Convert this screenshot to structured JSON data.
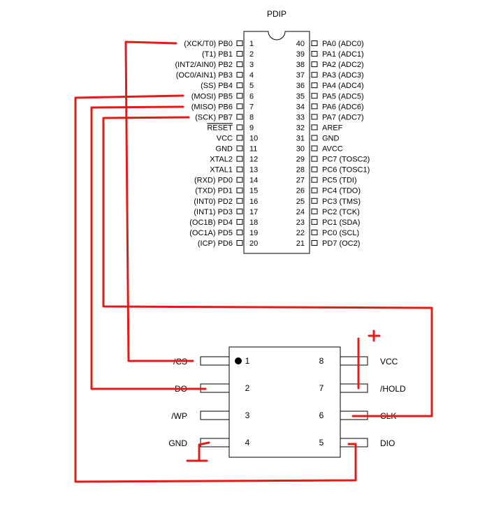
{
  "mcu": {
    "package": "PDIP",
    "left_pins": [
      {
        "num": "1",
        "name": "PB0",
        "func": "(XCK/T0)"
      },
      {
        "num": "2",
        "name": "PB1",
        "func": "(T1)"
      },
      {
        "num": "3",
        "name": "PB2",
        "func": "(INT2/AIN0)"
      },
      {
        "num": "4",
        "name": "PB3",
        "func": "(OC0/AIN1)"
      },
      {
        "num": "5",
        "name": "PB4",
        "func": "(SS)"
      },
      {
        "num": "6",
        "name": "PB5",
        "func": "(MOSI)"
      },
      {
        "num": "7",
        "name": "PB6",
        "func": "(MISO)"
      },
      {
        "num": "8",
        "name": "PB7",
        "func": "(SCK)"
      },
      {
        "num": "9",
        "name": "RESET",
        "func": ""
      },
      {
        "num": "10",
        "name": "VCC",
        "func": ""
      },
      {
        "num": "11",
        "name": "GND",
        "func": ""
      },
      {
        "num": "12",
        "name": "XTAL2",
        "func": ""
      },
      {
        "num": "13",
        "name": "XTAL1",
        "func": ""
      },
      {
        "num": "14",
        "name": "PD0",
        "func": "(RXD)"
      },
      {
        "num": "15",
        "name": "PD1",
        "func": "(TXD)"
      },
      {
        "num": "16",
        "name": "PD2",
        "func": "(INT0)"
      },
      {
        "num": "17",
        "name": "PD3",
        "func": "(INT1)"
      },
      {
        "num": "18",
        "name": "PD4",
        "func": "(OC1B)"
      },
      {
        "num": "19",
        "name": "PD5",
        "func": "(OC1A)"
      },
      {
        "num": "20",
        "name": "PD6",
        "func": "(ICP)"
      }
    ],
    "right_pins": [
      {
        "num": "40",
        "name": "PA0",
        "func": "(ADC0)"
      },
      {
        "num": "39",
        "name": "PA1",
        "func": "(ADC1)"
      },
      {
        "num": "38",
        "name": "PA2",
        "func": "(ADC2)"
      },
      {
        "num": "37",
        "name": "PA3",
        "func": "(ADC3)"
      },
      {
        "num": "36",
        "name": "PA4",
        "func": "(ADC4)"
      },
      {
        "num": "35",
        "name": "PA5",
        "func": "(ADC5)"
      },
      {
        "num": "34",
        "name": "PA6",
        "func": "(ADC6)"
      },
      {
        "num": "33",
        "name": "PA7",
        "func": "(ADC7)"
      },
      {
        "num": "32",
        "name": "AREF",
        "func": ""
      },
      {
        "num": "31",
        "name": "GND",
        "func": ""
      },
      {
        "num": "30",
        "name": "AVCC",
        "func": ""
      },
      {
        "num": "29",
        "name": "PC7",
        "func": "(TOSC2)"
      },
      {
        "num": "28",
        "name": "PC6",
        "func": "(TOSC1)"
      },
      {
        "num": "27",
        "name": "PC5",
        "func": "(TDI)"
      },
      {
        "num": "26",
        "name": "PC4",
        "func": "(TDO)"
      },
      {
        "num": "25",
        "name": "PC3",
        "func": "(TMS)"
      },
      {
        "num": "24",
        "name": "PC2",
        "func": "(TCK)"
      },
      {
        "num": "23",
        "name": "PC1",
        "func": "(SDA)"
      },
      {
        "num": "22",
        "name": "PC0",
        "func": "(SCL)"
      },
      {
        "num": "21",
        "name": "PD7",
        "func": "(OC2)"
      }
    ]
  },
  "flash": {
    "left_pins": [
      {
        "num": "1",
        "label": "/CS"
      },
      {
        "num": "2",
        "label": "DO"
      },
      {
        "num": "3",
        "label": "/WP"
      },
      {
        "num": "4",
        "label": "GND"
      }
    ],
    "right_pins": [
      {
        "num": "8",
        "label": "VCC"
      },
      {
        "num": "7",
        "label": "/HOLD"
      },
      {
        "num": "6",
        "label": "CLK"
      },
      {
        "num": "5",
        "label": "DIO"
      }
    ]
  },
  "annotations": {
    "plus_sign": "+"
  },
  "colors": {
    "wire": "#e11a1a",
    "outline": "#000000"
  }
}
